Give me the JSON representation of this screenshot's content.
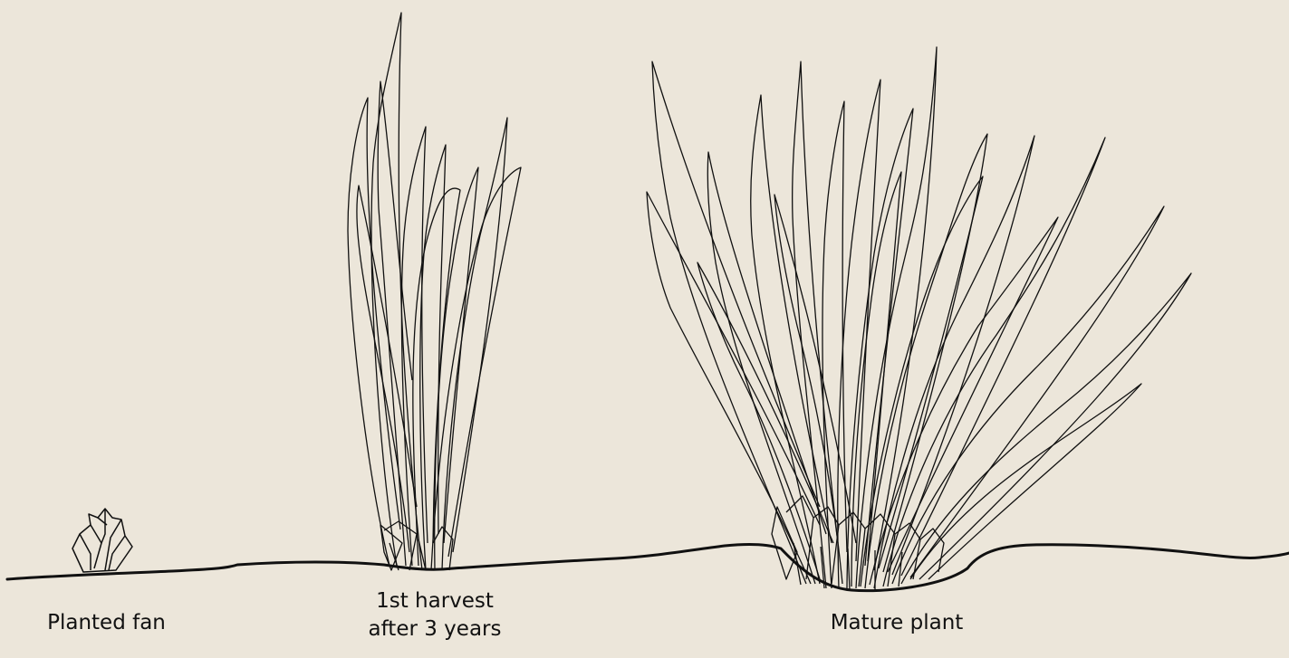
{
  "stages": [
    {
      "label": "Planted fan"
    },
    {
      "label_line1": "1st harvest",
      "label_line2": "after 3 years"
    },
    {
      "label": "Mature plant"
    }
  ],
  "colors": {
    "background": "#ece6da",
    "ink": "#111111"
  }
}
